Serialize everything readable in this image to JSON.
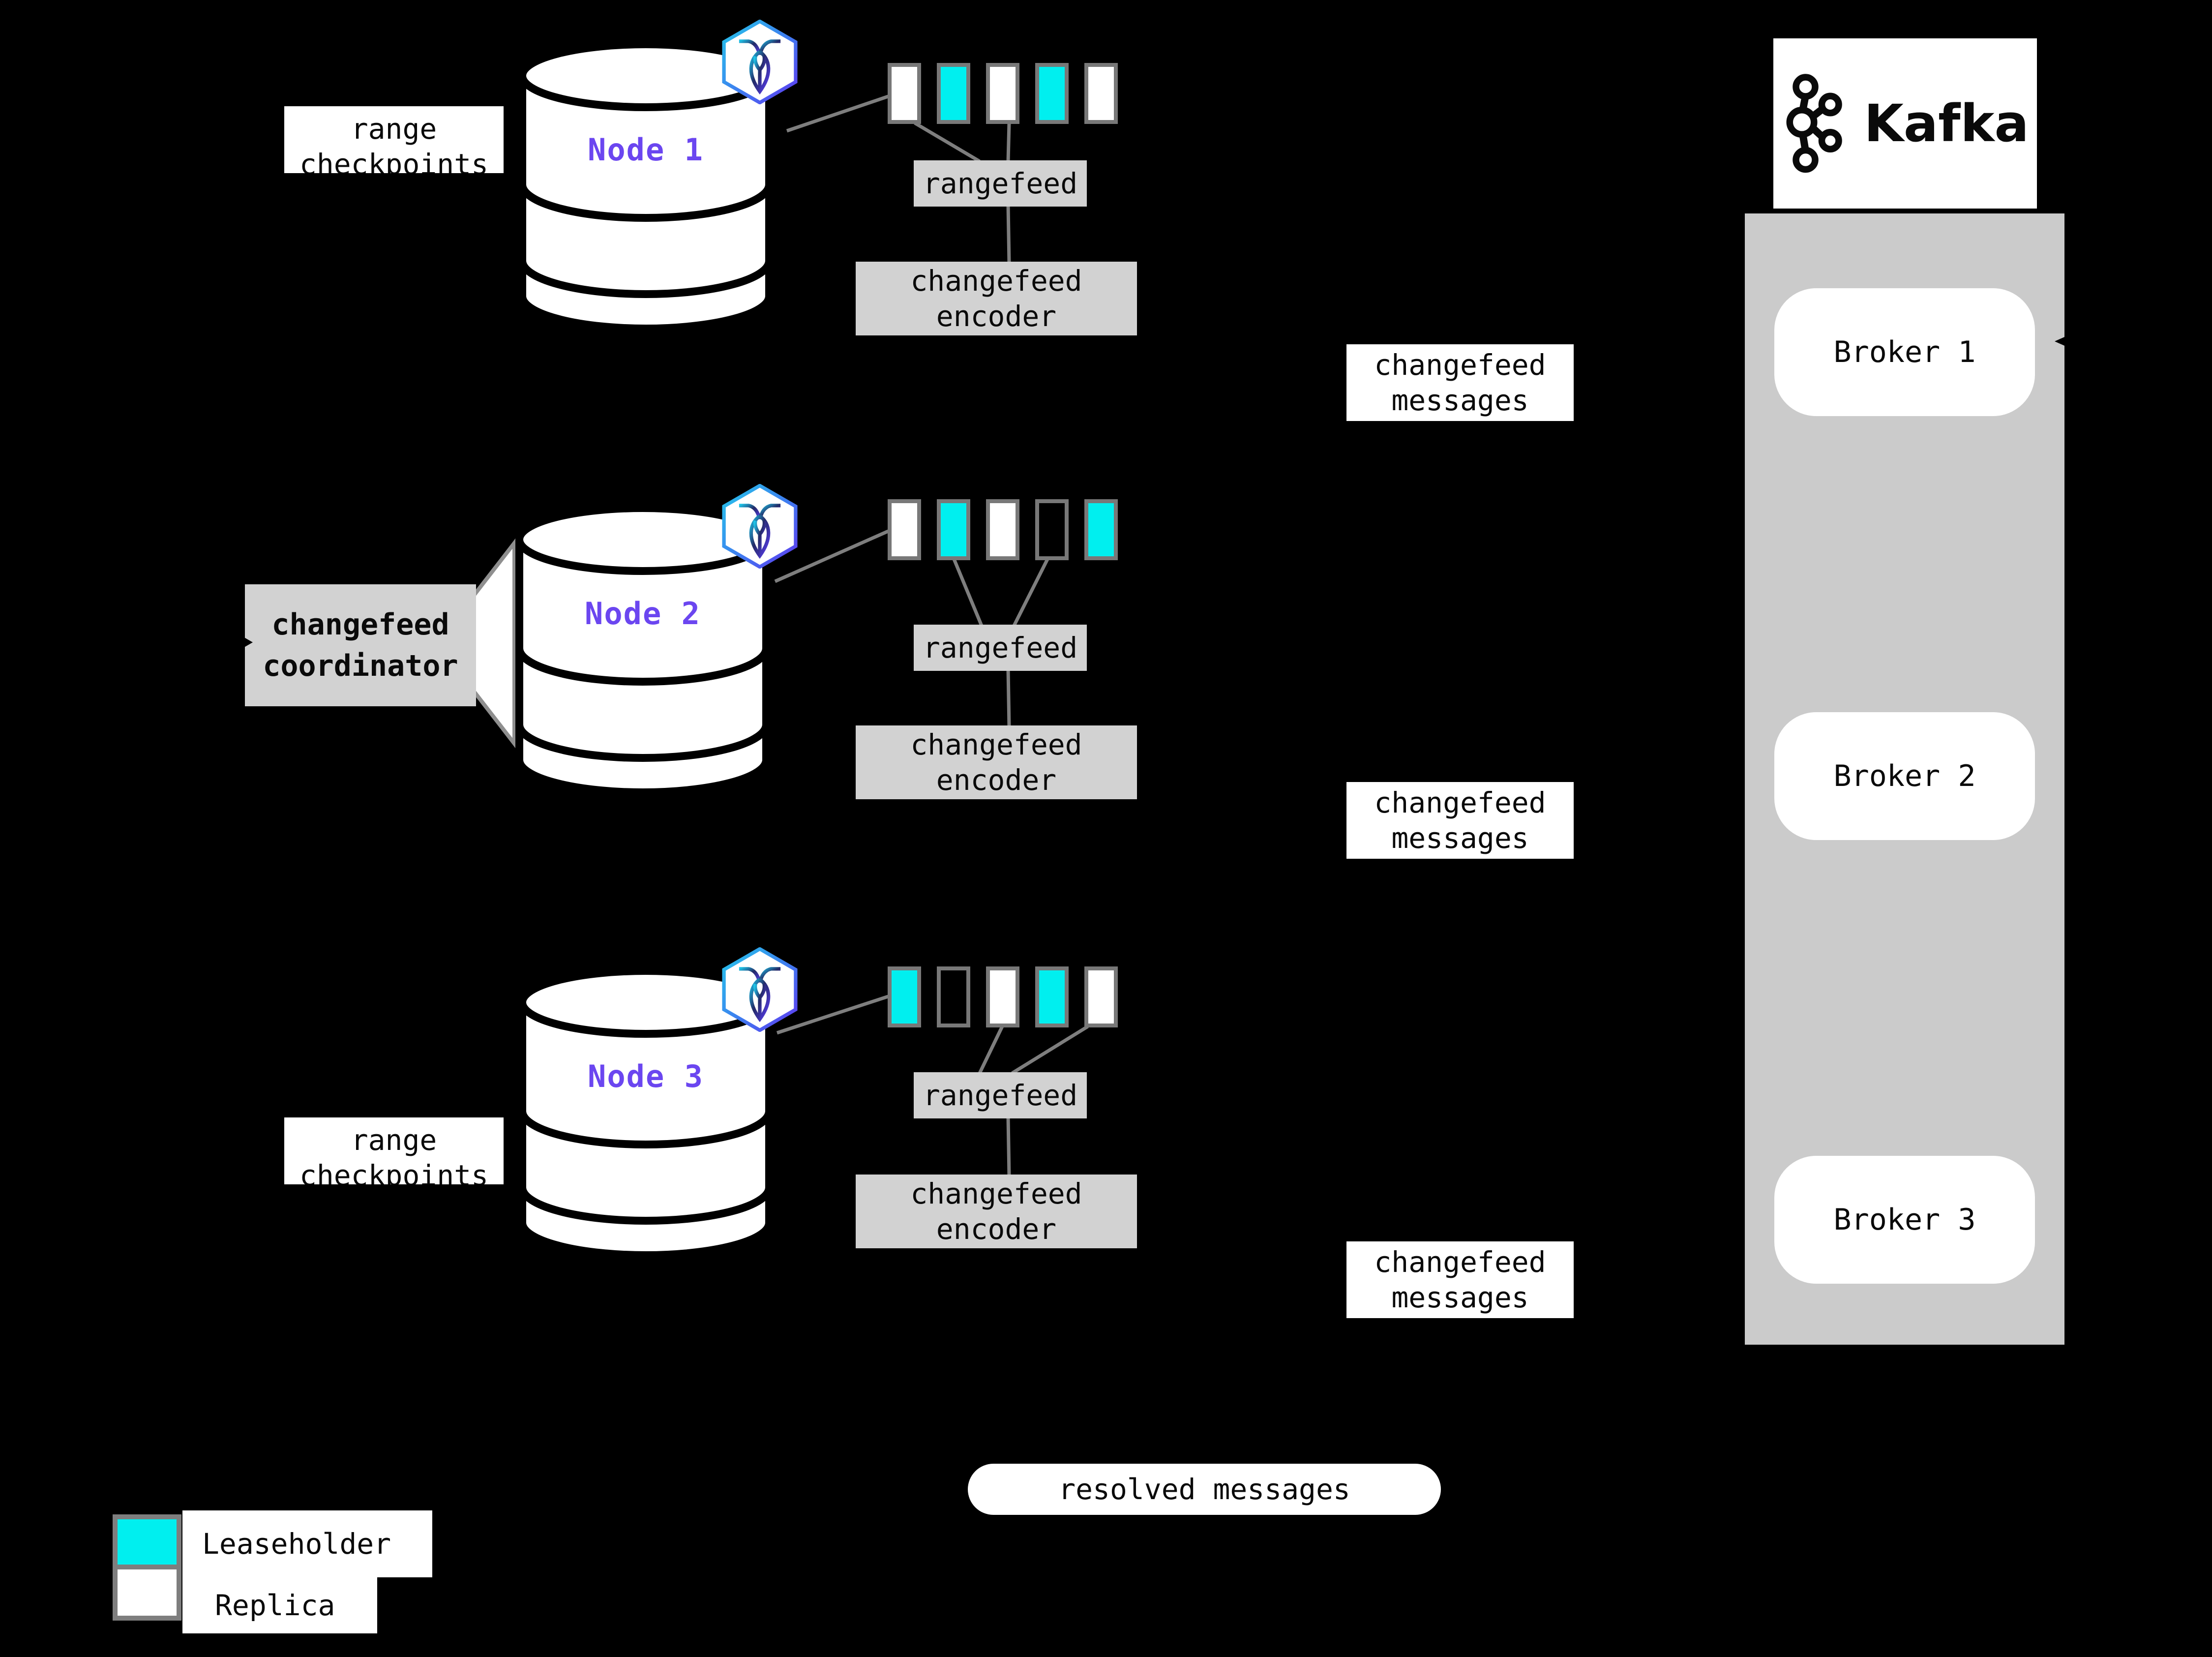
{
  "colors": {
    "background": "#000000",
    "leaseholder_fill": "#00efef",
    "replica_fill": "#ffffff",
    "empty_range_fill": "#000000",
    "node_label_purple": "#6b46f0",
    "process_box_gray": "#d2d2d2",
    "kafka_container_gray": "#cbcbcb",
    "connector_gray": "#7e7e7e"
  },
  "nodes": [
    {
      "label": "Node 1",
      "side_label_lines": [
        "range",
        "checkpoints"
      ],
      "ranges": [
        "replica",
        "leaseholder",
        "replica",
        "leaseholder",
        "replica"
      ]
    },
    {
      "label": "Node 2",
      "coordinator_lines": [
        "changefeed",
        "coordinator"
      ],
      "ranges": [
        "replica",
        "leaseholder",
        "replica",
        "empty",
        "leaseholder"
      ]
    },
    {
      "label": "Node 3",
      "side_label_lines": [
        "range",
        "checkpoints"
      ],
      "ranges": [
        "leaseholder",
        "empty",
        "replica",
        "leaseholder",
        "replica"
      ]
    }
  ],
  "labels": {
    "rangefeed": "rangefeed",
    "encoder_lines": [
      "changefeed",
      "encoder"
    ],
    "messages_lines": [
      "changefeed",
      "messages"
    ],
    "resolved": "resolved messages"
  },
  "kafka": {
    "wordmark": "Kafka",
    "brokers": [
      "Broker 1",
      "Broker 2",
      "Broker 3"
    ]
  },
  "legend": [
    {
      "kind": "leaseholder",
      "label": "Leaseholder"
    },
    {
      "kind": "replica",
      "label": "Replica"
    }
  ]
}
